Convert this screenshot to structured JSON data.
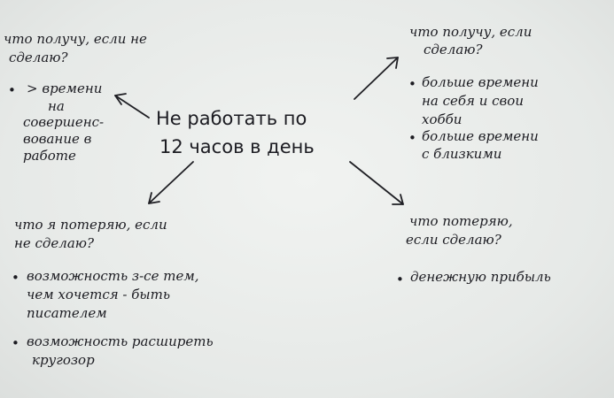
{
  "center": {
    "line1": "Не работать по",
    "line2": "12 часов в день"
  },
  "top_left": {
    "question": [
      "что получу, если не",
      "сделаю?"
    ],
    "items": [
      [
        "> времени",
        "на",
        "совершенс-",
        "вование в",
        "работе"
      ]
    ]
  },
  "top_right": {
    "question": [
      "что получу, если",
      "сделаю?"
    ],
    "items": [
      [
        "больше времени",
        "на себя и свои",
        "хобби"
      ],
      [
        "больше времени",
        "с близкими"
      ]
    ]
  },
  "bottom_left": {
    "question": [
      "что я потеряю, если",
      "не сделаю?"
    ],
    "items": [
      [
        "возможность з-се тем,",
        "чем хочется - быть",
        "писателем"
      ],
      [
        "возможность расширеть",
        "кругозор"
      ]
    ]
  },
  "bottom_right": {
    "question": [
      "что потеряю,",
      "если сделаю?"
    ],
    "items": [
      [
        "денежную прибыль"
      ]
    ]
  }
}
